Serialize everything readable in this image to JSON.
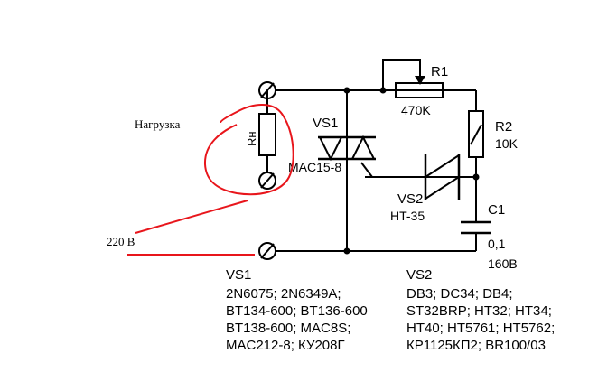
{
  "load_note": "Нагрузка",
  "load_label": "Rн",
  "mains_label": "220 В",
  "triac": {
    "ref": "VS1",
    "part": "MAC15-8"
  },
  "diac": {
    "ref": "VS2",
    "part": "HT-35"
  },
  "r1": {
    "ref": "R1",
    "value": "470K"
  },
  "r2": {
    "ref": "R2",
    "value": "10K"
  },
  "c1": {
    "ref": "C1",
    "value_line1": "0,1",
    "value_line2": "160B"
  },
  "vs1_list": {
    "title": "VS1",
    "lines": [
      "2N6075; 2N6349A;",
      "BT134-600; BT136-600",
      "BT138-600; MAC8S;",
      "MAC212-8; КУ208Г"
    ]
  },
  "vs2_list": {
    "title": "VS2",
    "lines": [
      "DB3; DC34; DB4;",
      "ST32BRP; HT32; HT34;",
      "HT40; HT5761; HT5762;",
      "КР1125КП2; BR100/03"
    ]
  },
  "colors": {
    "wire": "#000000",
    "annotation": "#e8151b"
  }
}
